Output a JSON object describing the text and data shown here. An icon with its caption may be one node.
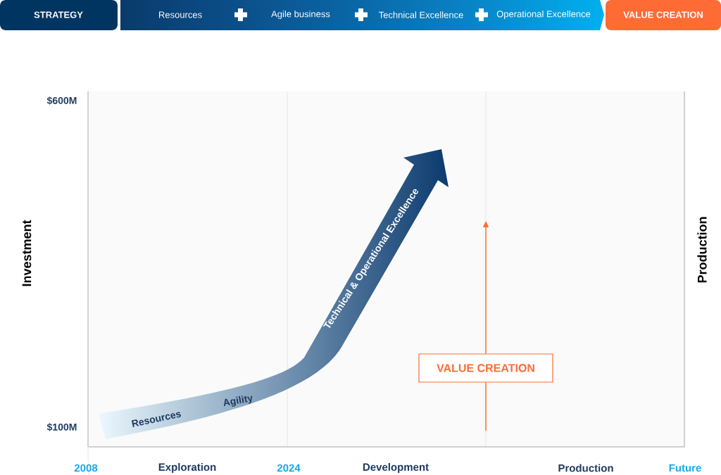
{
  "diagram": {
    "nodes": [
      {
        "text": [
          "STRATEGY"
        ]
      },
      {
        "text": [
          "Resources"
        ]
      },
      {
        "text": [
          "Agile business"
        ]
      },
      {
        "text": [
          "Technical Excellence"
        ]
      },
      {
        "text": [
          "Operational Excellence"
        ]
      },
      {
        "text": [
          "VALUE CREATION"
        ]
      },
      {
        "text": [
          "Resources",
          "Agility",
          "Technical & Operational Excellence"
        ]
      },
      {
        "text": [
          "VALUE CREATION"
        ]
      }
    ],
    "edges": [
      {
        "from": null,
        "to": 7,
        "arrow": "none",
        "color": "#ff6b35"
      },
      {
        "from": 7,
        "to": null,
        "arrow": "to",
        "color": "#ff6b35"
      }
    ],
    "labels": [
      "$600M",
      "$100M",
      "Investment",
      "Production",
      "2008",
      "Exploration",
      "2024",
      "Development",
      "Production",
      "Future"
    ]
  }
}
